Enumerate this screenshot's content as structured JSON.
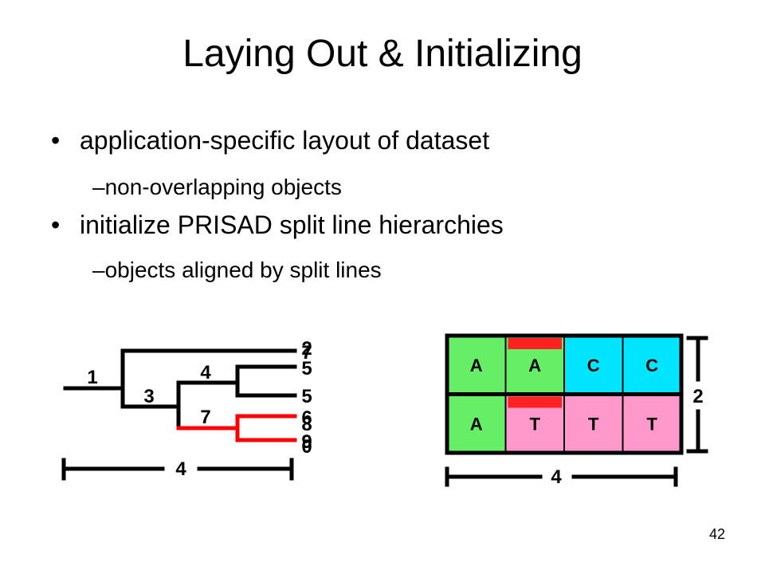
{
  "title": "Laying Out & Initializing",
  "bullets": [
    {
      "text": "application-specific layout of dataset",
      "sub": "–non-overlapping objects"
    },
    {
      "text": "initialize PRISAD split line hierarchies",
      "sub": "–objects aligned by split lines"
    }
  ],
  "tree_diagram": {
    "node_labels": [
      "1",
      "4",
      "3",
      "7"
    ],
    "leaf_labels": [
      "2",
      "7",
      "5",
      "5",
      "6",
      "8",
      "9",
      "0"
    ],
    "width_label": "4",
    "colors": {
      "line": "#000000",
      "highlight": "#ff0000"
    }
  },
  "grid_diagram": {
    "rows": [
      [
        {
          "letter": "A",
          "fill": "#66ee66"
        },
        {
          "letter": "A",
          "fill": "#66ee66"
        },
        {
          "letter": "C",
          "fill": "#00e5ff"
        },
        {
          "letter": "C",
          "fill": "#00e5ff"
        }
      ],
      [
        {
          "letter": "A",
          "fill": "#66ee66"
        },
        {
          "letter": "T",
          "fill": "#ff99cc"
        },
        {
          "letter": "T",
          "fill": "#ff99cc"
        },
        {
          "letter": "T",
          "fill": "#ff99cc"
        }
      ]
    ],
    "width_label": "4",
    "height_label": "2",
    "colors": {
      "marker": "#ff2020",
      "border": "#000000"
    }
  },
  "slide_number": "42"
}
